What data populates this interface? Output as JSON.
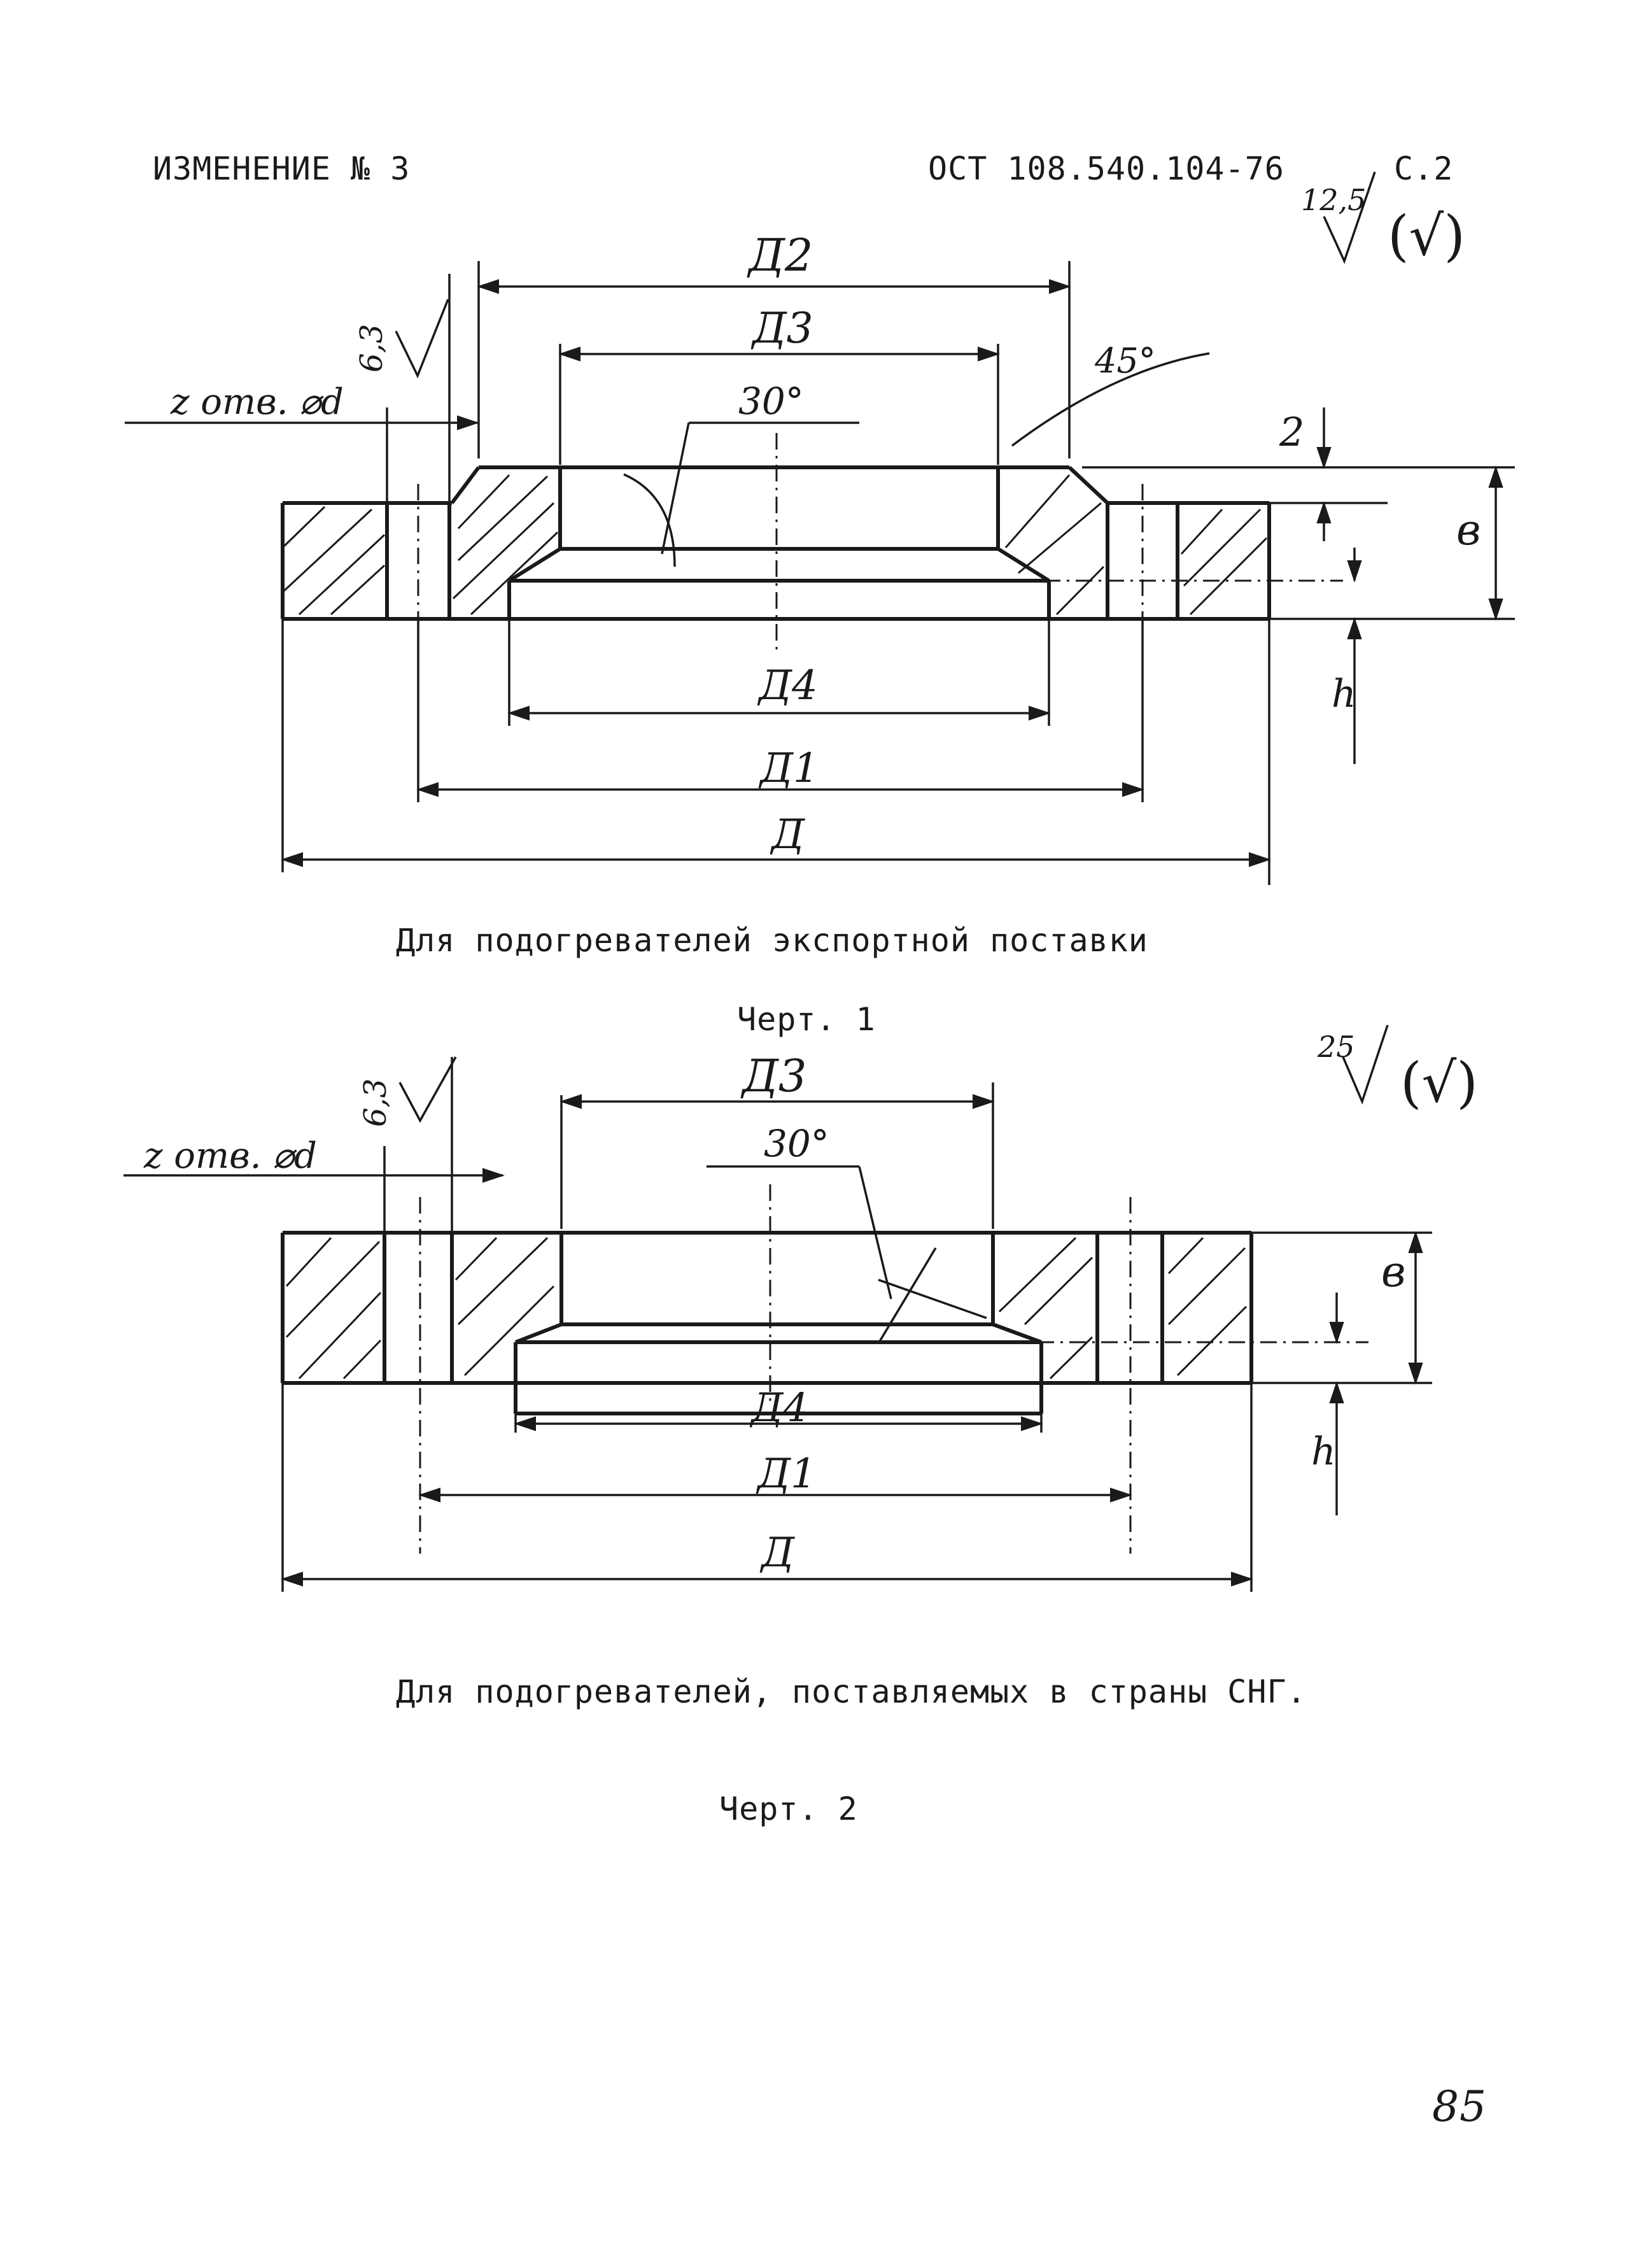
{
  "header": {
    "change": "ИЗМЕНЕНИЕ № 3",
    "standard": "ОСТ 108.540.104-76",
    "page": "С.2"
  },
  "figure1": {
    "roughness_general": "12,5",
    "roughness_other": "(√)",
    "roughness_local": "6,3",
    "holes": "z отв. ⌀d",
    "angle_small": "30°",
    "angle_chamfer": "45°",
    "chamfer_dim": "2",
    "dims": {
      "D": "Д",
      "D1": "Д1",
      "D2": "Д2",
      "D3": "Д3",
      "D4": "Д4",
      "b": "в",
      "h": "h"
    },
    "caption": "Для подогревателей экспортной поставки",
    "label": "Черт. 1"
  },
  "figure2": {
    "roughness_general": "25",
    "roughness_other": "(√)",
    "roughness_local": "6,3",
    "holes": "z отв. ⌀d",
    "angle_small": "30°",
    "dims": {
      "D": "Д",
      "D1": "Д1",
      "D3": "Д3",
      "D4": "Д4",
      "b": "в",
      "h": "h"
    },
    "caption": "Для подогревателей, поставляемых в страны СНГ.",
    "label": "Черт. 2"
  },
  "page_number": "85"
}
